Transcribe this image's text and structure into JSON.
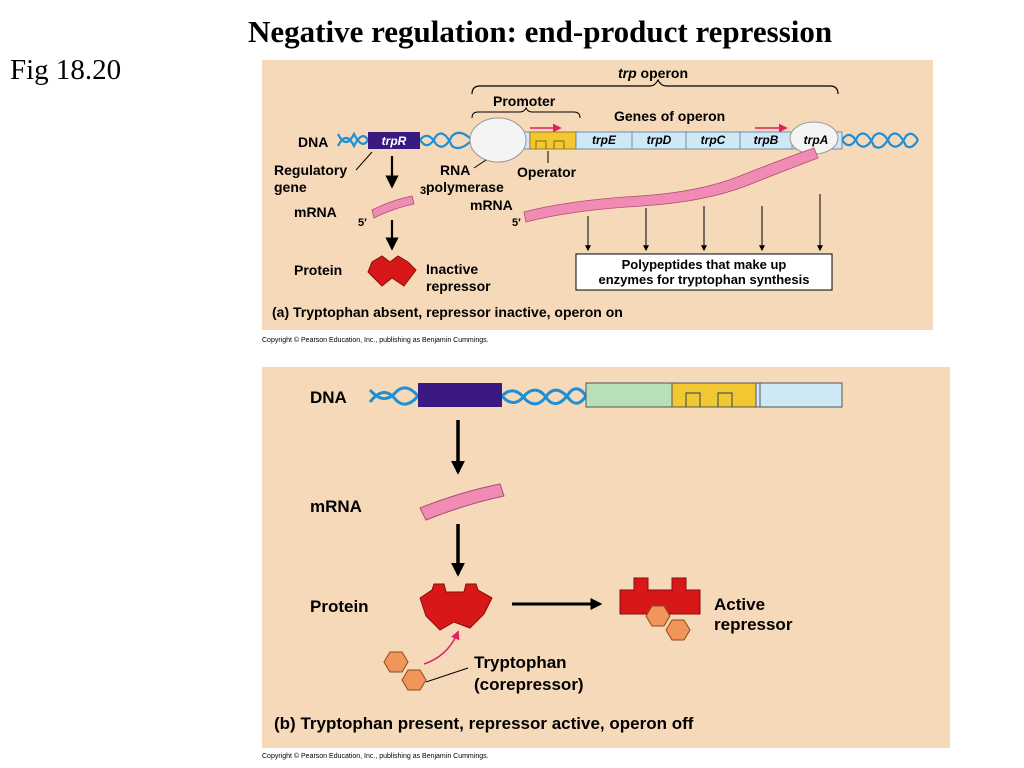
{
  "title": "Negative regulation:  end-product repression",
  "figure_label": "Fig 18.20",
  "panel_a": {
    "operon_label": "trp",
    "operon_suffix": " operon",
    "promoter": "Promoter",
    "genes_of_operon": "Genes of operon",
    "dna": "DNA",
    "trpR": "trpR",
    "genes": [
      "trpE",
      "trpD",
      "trpC",
      "trpB",
      "trpA"
    ],
    "regulatory_gene": [
      "Regulatory",
      "gene"
    ],
    "rna_polymerase": [
      "RNA",
      "polymerase"
    ],
    "operator": "Operator",
    "mrna": "mRNA",
    "mrna_operon": "mRNA",
    "three_prime": "3′",
    "five_prime": "5′",
    "five_prime_operon": "5′",
    "protein": "Protein",
    "inactive_repressor": [
      "Inactive",
      "repressor"
    ],
    "polypeptides": [
      "Polypeptides that make up",
      "enzymes for tryptophan synthesis"
    ],
    "caption": "(a) Tryptophan absent, repressor inactive, operon on"
  },
  "panel_b": {
    "dna": "DNA",
    "mrna": "mRNA",
    "protein": "Protein",
    "active_repressor": [
      "Active",
      "repressor"
    ],
    "tryptophan": [
      "Tryptophan",
      "(corepressor)"
    ],
    "caption_letter": "(b)",
    "caption": " Tryptophan present, repressor active, operon off"
  },
  "copyright": "Copyright © Pearson Education, Inc., publishing as Benjamin Cummings.",
  "colors": {
    "panel_bg": "#f5d9b8",
    "dna_helix": "#1d8fd6",
    "regulatory_gene": "#3a1a80",
    "operator": "#f2c832",
    "genes": "#cfe8f6",
    "promoter_region": "#b8e0b8",
    "mrna": "#f08cb4",
    "repressor": "#d81818",
    "tryptophan": "#f2955a",
    "transcription_arrow": "#e02060"
  }
}
